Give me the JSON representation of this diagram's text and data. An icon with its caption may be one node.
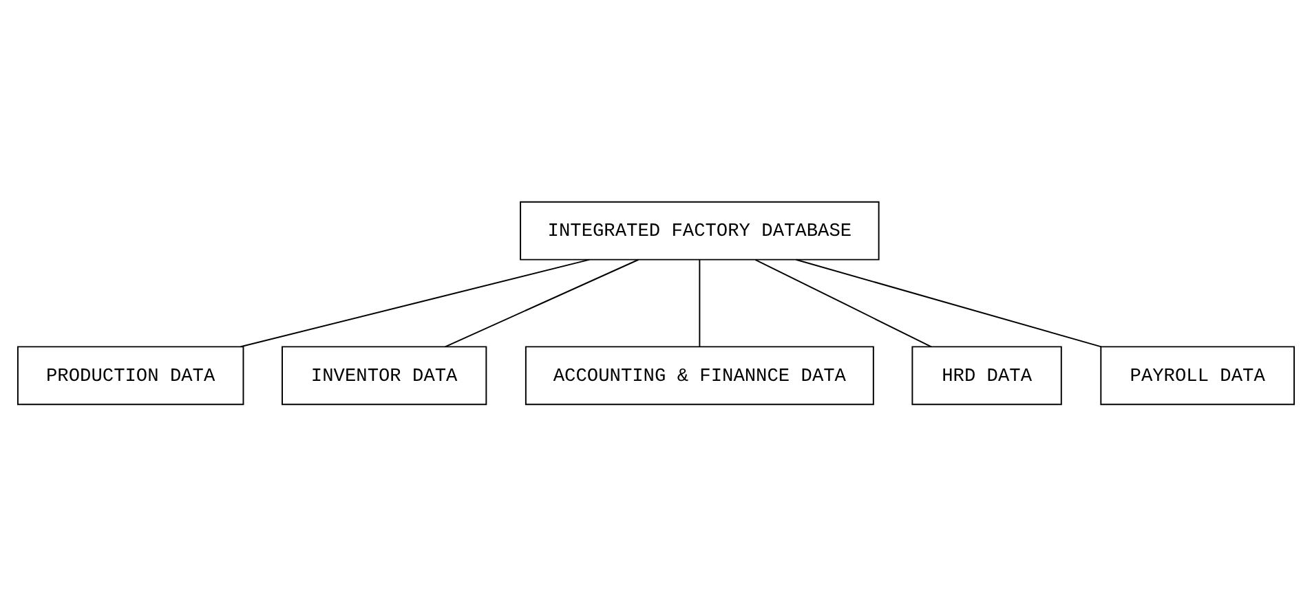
{
  "diagram": {
    "nodes": [
      {
        "text": [
          "INTEGRATED FACTORY DATABASE"
        ]
      },
      {
        "text": [
          "PRODUCTION DATA"
        ]
      },
      {
        "text": [
          "INVENTOR DATA"
        ]
      },
      {
        "text": [
          "ACCOUNTING & FINANNCE DATA"
        ]
      },
      {
        "text": [
          "HRD DATA"
        ]
      },
      {
        "text": [
          "PAYROLL DATA"
        ]
      }
    ],
    "edges": [
      {
        "from": 0,
        "to": 1,
        "arrow": "none"
      },
      {
        "from": 0,
        "to": 2,
        "arrow": "none"
      },
      {
        "from": 0,
        "to": 3,
        "arrow": "none"
      },
      {
        "from": 0,
        "to": 4,
        "arrow": "none"
      },
      {
        "from": 0,
        "to": 5,
        "arrow": "none"
      }
    ]
  }
}
